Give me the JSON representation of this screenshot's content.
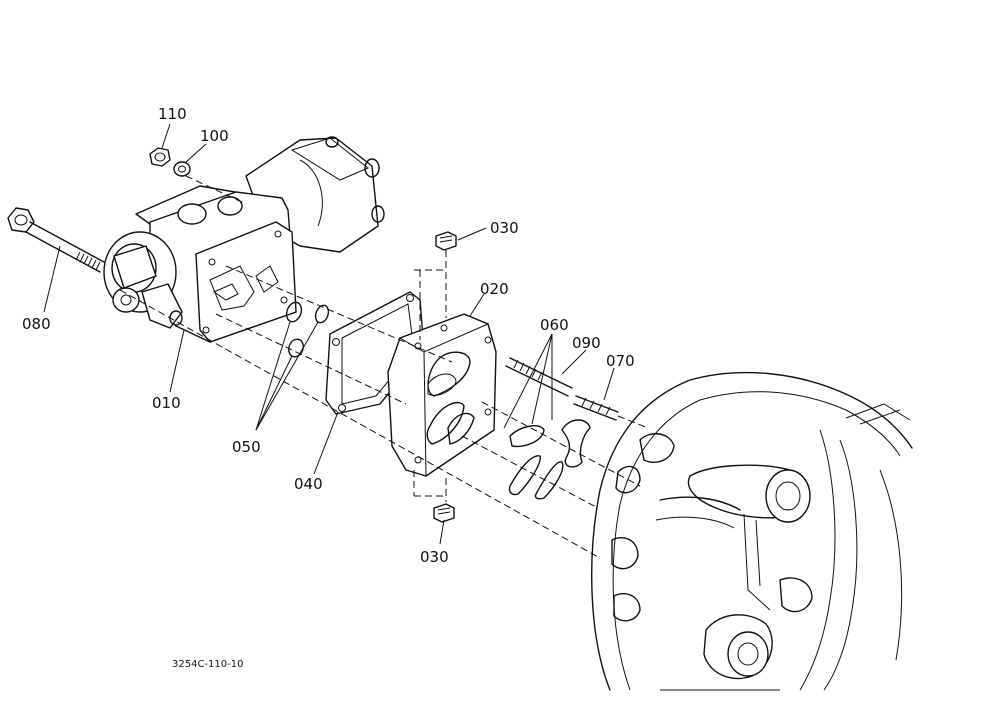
{
  "diagram": {
    "drawing_number": "3254C-110-10",
    "callouts": [
      {
        "id": "callout-110",
        "label": "110"
      },
      {
        "id": "callout-100",
        "label": "100"
      },
      {
        "id": "callout-080",
        "label": "080"
      },
      {
        "id": "callout-010",
        "label": "010"
      },
      {
        "id": "callout-050",
        "label": "050"
      },
      {
        "id": "callout-040",
        "label": "040"
      },
      {
        "id": "callout-030-top",
        "label": "030"
      },
      {
        "id": "callout-030-bottom",
        "label": "030"
      },
      {
        "id": "callout-020",
        "label": "020"
      },
      {
        "id": "callout-060",
        "label": "060"
      },
      {
        "id": "callout-090",
        "label": "090"
      },
      {
        "id": "callout-070",
        "label": "070"
      }
    ]
  }
}
